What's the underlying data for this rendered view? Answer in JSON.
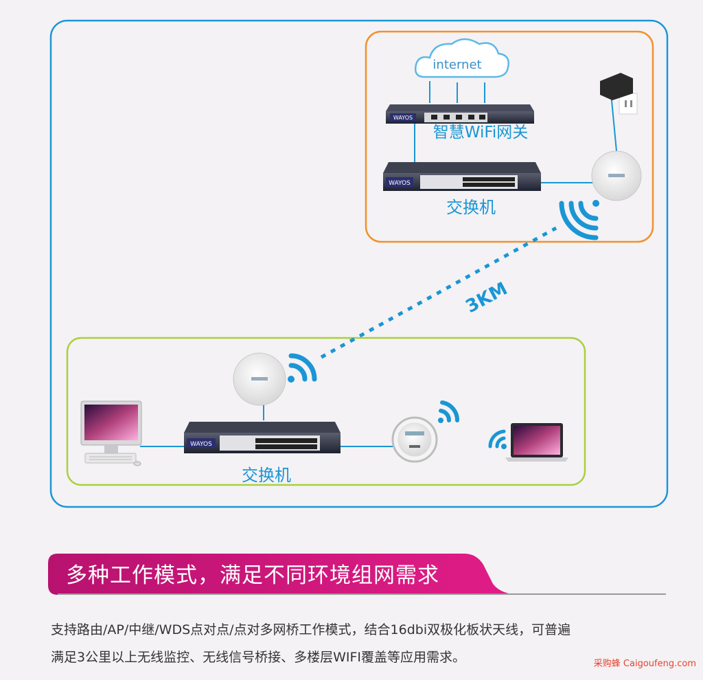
{
  "diagram": {
    "cloud_label": "internet",
    "gateway_label": "智慧WiFi网关",
    "top_switch_label": "交换机",
    "distance_label": "3KM",
    "bottom_switch_label": "交换机",
    "device_brand": "WAYOS"
  },
  "banner": {
    "title": "多种工作模式，满足不同环境组网需求"
  },
  "description": {
    "line1": "支持路由/AP/中继/WDS点对点/点对多网桥工作模式，结合16dbi双极化板状天线，可普遍",
    "line2": "满足3公里以上无线监控、无线信号桥接、多楼层WIFI覆盖等应用需求。"
  },
  "watermark": "采购蜂 Caigoufeng.com",
  "colors": {
    "outer_frame": "#1a96d4",
    "top_box": "#f0922b",
    "bottom_box": "#a9cf3c",
    "banner_start": "#b8126f",
    "banner_end": "#e01c86",
    "signal": "#1a96d4"
  }
}
